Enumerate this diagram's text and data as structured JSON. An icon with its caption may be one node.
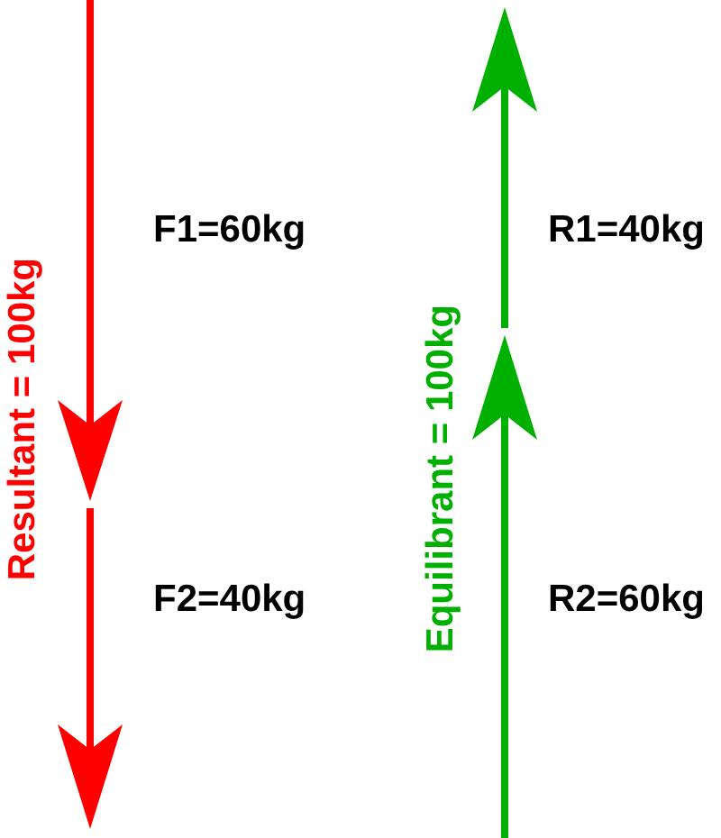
{
  "diagram": {
    "labels": [
      "Resultant = 100kg",
      "F1=60kg",
      "F2=40kg",
      "Equilibrant = 100kg",
      "R1=40kg",
      "R2=60kg"
    ]
  }
}
